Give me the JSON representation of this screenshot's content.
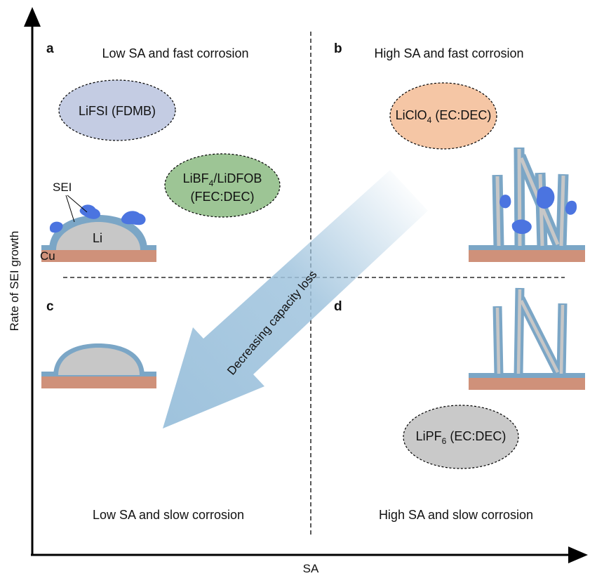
{
  "axes": {
    "x_label": "SA",
    "y_label": "Rate of SEI growth"
  },
  "quadrants": {
    "a": {
      "letter": "a",
      "title": "Low SA and fast corrosion"
    },
    "b": {
      "letter": "b",
      "title": "High SA and fast corrosion"
    },
    "c": {
      "letter": "c",
      "title": "Low SA and slow corrosion"
    },
    "d": {
      "letter": "d",
      "title": "High SA and slow corrosion"
    }
  },
  "electrolytes": {
    "lifsi": {
      "text": "LiFSI (FDMB)",
      "color": "#c4cce3"
    },
    "libf4": {
      "line1_pre": "LiBF",
      "line1_sub": "4",
      "line1_post": "/LiDFOB",
      "line2": "(FEC:DEC)",
      "color": "#9dc595"
    },
    "liclo4": {
      "pre": "LiClO",
      "sub": "4",
      "post": " (EC:DEC)",
      "color": "#f5c6a5"
    },
    "lipf6": {
      "pre": "LiPF",
      "sub": "6",
      "post": " (EC:DEC)",
      "color": "#c9c9c9"
    }
  },
  "labels": {
    "sei": "SEI",
    "li": "Li",
    "cu": "Cu"
  },
  "arrow": {
    "text": "Decreasing capacity loss",
    "color": "#9fc3dd"
  },
  "colors": {
    "cu": "#cf917a",
    "sei_layer": "#7ba6c6",
    "li_metal": "#c7c7c7",
    "sei_blob": "#4b74e0"
  }
}
